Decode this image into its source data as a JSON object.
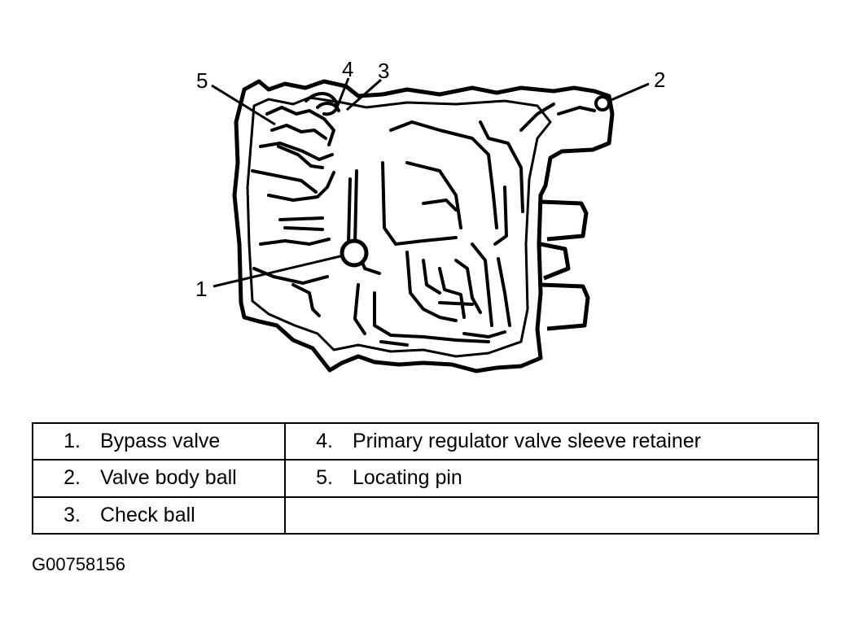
{
  "diagram": {
    "callouts": [
      "1",
      "2",
      "3",
      "4",
      "5"
    ]
  },
  "legend": {
    "rows": [
      [
        {
          "num": "1.",
          "text": "Bypass valve"
        },
        {
          "num": "4.",
          "text": "Primary regulator valve sleeve retainer"
        }
      ],
      [
        {
          "num": "2.",
          "text": "Valve body ball"
        },
        {
          "num": "5.",
          "text": "Locating pin"
        }
      ],
      [
        {
          "num": "3.",
          "text": "Check ball"
        },
        {
          "num": "",
          "text": ""
        }
      ]
    ]
  },
  "figure_id": "G00758156"
}
